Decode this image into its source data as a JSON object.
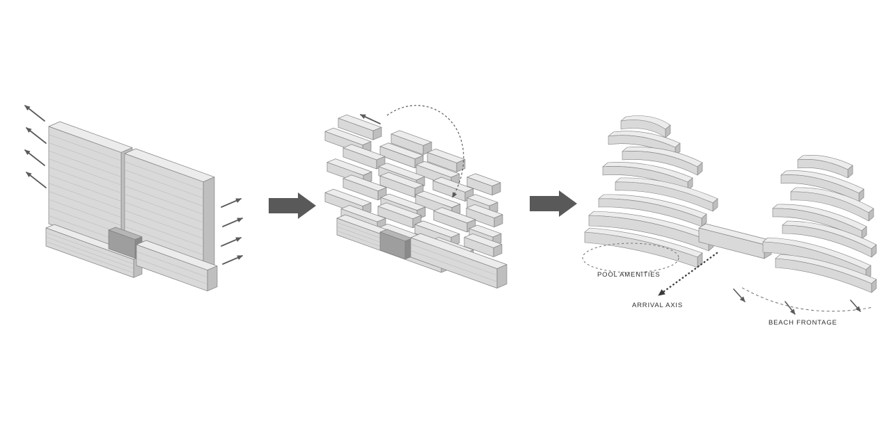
{
  "canvas": {
    "background": "#ffffff"
  },
  "colors": {
    "face_top": "#ececec",
    "face_front": "#d9d9d9",
    "face_side": "#bfbfbf",
    "face_top_dark": "#b6b6b6",
    "face_front_dark": "#9e9e9e",
    "face_side_dark": "#8a8a8a",
    "edge_stroke": "#7f7f7f",
    "floor_line": "#bcbcbc",
    "arrow_small": "#5a5a5a",
    "arrow_big": "#595959",
    "annotation": "#6a6a6a",
    "annotation_bold": "#3a3a3a",
    "label_text": "#2d2d2d"
  },
  "labels": {
    "pool_amenities": "POOL AMENITIES",
    "arrival_axis": "ARRIVAL AXIS",
    "beach_frontage": "BEACH FRONTAGE"
  },
  "icons": {
    "process_arrow": "thick-right-arrow",
    "view_arrow": "thin-diagonal-arrow",
    "shift_arrow": "dashed-curve-arrow",
    "arrival_arrow": "dotted-bold-arrow"
  }
}
